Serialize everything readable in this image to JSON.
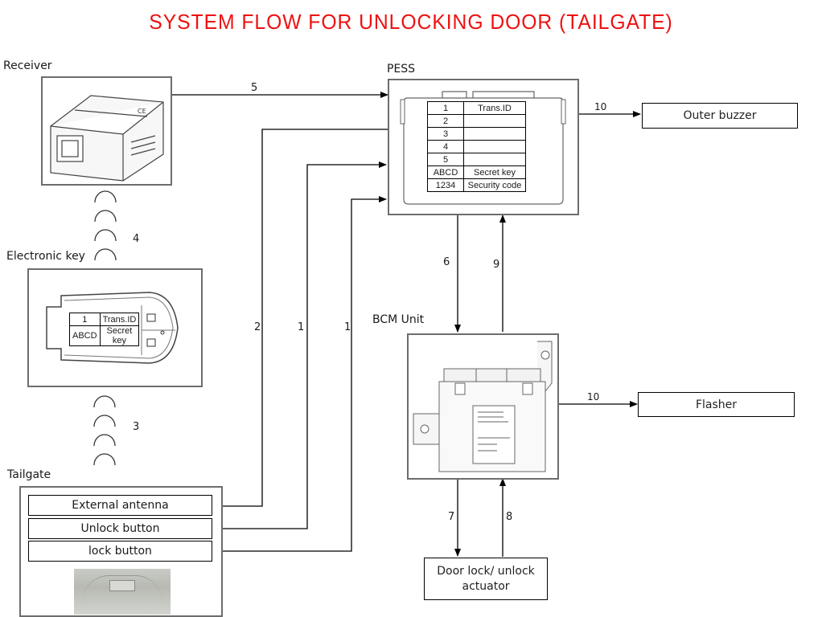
{
  "title": "SYSTEM FLOW FOR UNLOCKING DOOR  (TAILGATE)",
  "components": {
    "receiver": {
      "label": "Receiver"
    },
    "electronic_key": {
      "label": "Electronic  key",
      "memory": [
        {
          "slot": "1",
          "value": "Trans.ID"
        },
        {
          "slot": "ABCD",
          "value": "Secret key"
        }
      ]
    },
    "tailgate": {
      "label": "Tailgate",
      "rows": [
        "External antenna",
        "Unlock button",
        "lock button"
      ]
    },
    "pess": {
      "label": "PESS",
      "memory": [
        {
          "slot": "1",
          "value": "Trans.ID"
        },
        {
          "slot": "2",
          "value": ""
        },
        {
          "slot": "3",
          "value": ""
        },
        {
          "slot": "4",
          "value": ""
        },
        {
          "slot": "5",
          "value": ""
        },
        {
          "slot": "ABCD",
          "value": "Secret key"
        },
        {
          "slot": "1234",
          "value": "Security code"
        }
      ]
    },
    "bcm": {
      "label": "BCM Unit"
    },
    "outer_buzzer": {
      "label": "Outer buzzer"
    },
    "flasher": {
      "label": "Flasher"
    },
    "actuator": {
      "label_line1": "Door lock/ unlock",
      "label_line2": "actuator"
    }
  },
  "steps": {
    "receiver_to_pess": "5",
    "key_to_receiver": "4",
    "tailgate_to_key": "3",
    "pess_to_antenna": "2",
    "unlock_to_pess": "1",
    "lock_to_pess": "1",
    "pess_to_bcm": "6",
    "bcm_to_pess": "9",
    "pess_to_buzzer": "10",
    "bcm_to_flasher": "10",
    "bcm_to_actuator": "7",
    "actuator_to_bcm": "8"
  }
}
